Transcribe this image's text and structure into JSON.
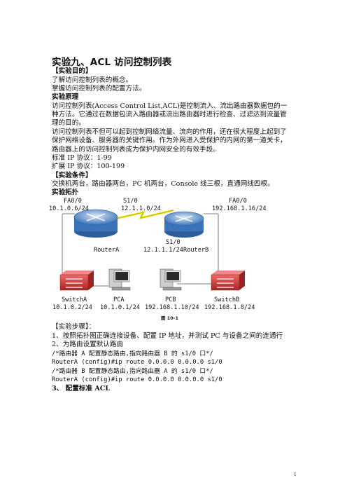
{
  "title": "实验九、ACL 访问控制列表",
  "sections": {
    "purpose_heading": "【实验目的】",
    "purpose_1": "了解访问控制列表的概念。",
    "purpose_2": "掌握访问控制列表的配置方法。",
    "principle_heading": "实验原理",
    "principle_p1_l1": "访问控制列表(Access Control List,ACL)是控制流入、流出路由器数据包的一",
    "principle_p1_l2": "种方法。它通过在数据包流入路由器或流出路由器时进行检查、过滤达到流量管",
    "principle_p1_l3": "理的目的。",
    "principle_p2_l1": "访问控制列表不但可以起到控制网络流量、流向的作用，还在很大程度上起到了",
    "principle_p2_l2": "保护网络设备、服务器的关键作用。作为外网进入受保护的内网的第一道关卡，",
    "principle_p2_l3": "路由器上的访问控制列表成为保护内网安全的有效手段。",
    "std_ip": "标准 IP 协议：1-99",
    "ext_ip": "扩展 IP 协议：100-199",
    "conditions_heading": "【实验条件】",
    "conditions": "交换机两台，路由器两台，PC 机两台，Console 线三根，直通网线四根。",
    "topology_heading": "实验拓扑"
  },
  "topology": {
    "routerA_if": "FA0/0",
    "routerA_if_ip": "10.1.0.6/24",
    "routerA_s10": "S1/0",
    "routerA_s10_ip": "12.1.1.0/24",
    "routerB_if": "FA0/0",
    "routerB_if_ip": "192.168.1.16/24",
    "routerB_s10": "S1/0",
    "routerB_s10_ip": "12.1.1.1/24",
    "routerA_name": "RouterA",
    "routerB_name": "RouterB",
    "switchA_name": "SwitchA",
    "switchA_ip": "10.1.0.2/24",
    "pca_name": "PCA",
    "pca_ip": "10.1.0.1/24",
    "pcb_name": "PCB",
    "pcb_ip": "192.168.1.10/24",
    "switchB_name": "SwitchB",
    "switchB_ip": "192.168.1.8/24",
    "caption": "图 10-1"
  },
  "steps": {
    "heading": "【实验步骤】：",
    "s1": "1、按照拓扑图正确连接设备、配置 IP 地址，并测试 PC 与设备之间的连通行",
    "s2": "2、为路由设置默认路由",
    "c1": "/*路由器 A 配置静态路由,指向路由器 B 的 s1/0 口*/",
    "c2": "RouterA (config)#ip route 0.0.0.0  0.0.0.0 s1/0",
    "c3": "/*路由器 B 配置静态路由,指向路由器 A 的 s1/0 口*/",
    "c4": "RouterA (config)#ip route 0.0.0.0  0.0.0.0 s1/0",
    "s3": "3、 配置标准 ACL"
  },
  "page_number": "1",
  "colors": {
    "router_blue": "#3a73b8",
    "router_light": "#9cc1e8",
    "switch_red": "#c23a3a",
    "link_yellow": "#e8e000",
    "pc_gray": "#b9b9b9"
  }
}
